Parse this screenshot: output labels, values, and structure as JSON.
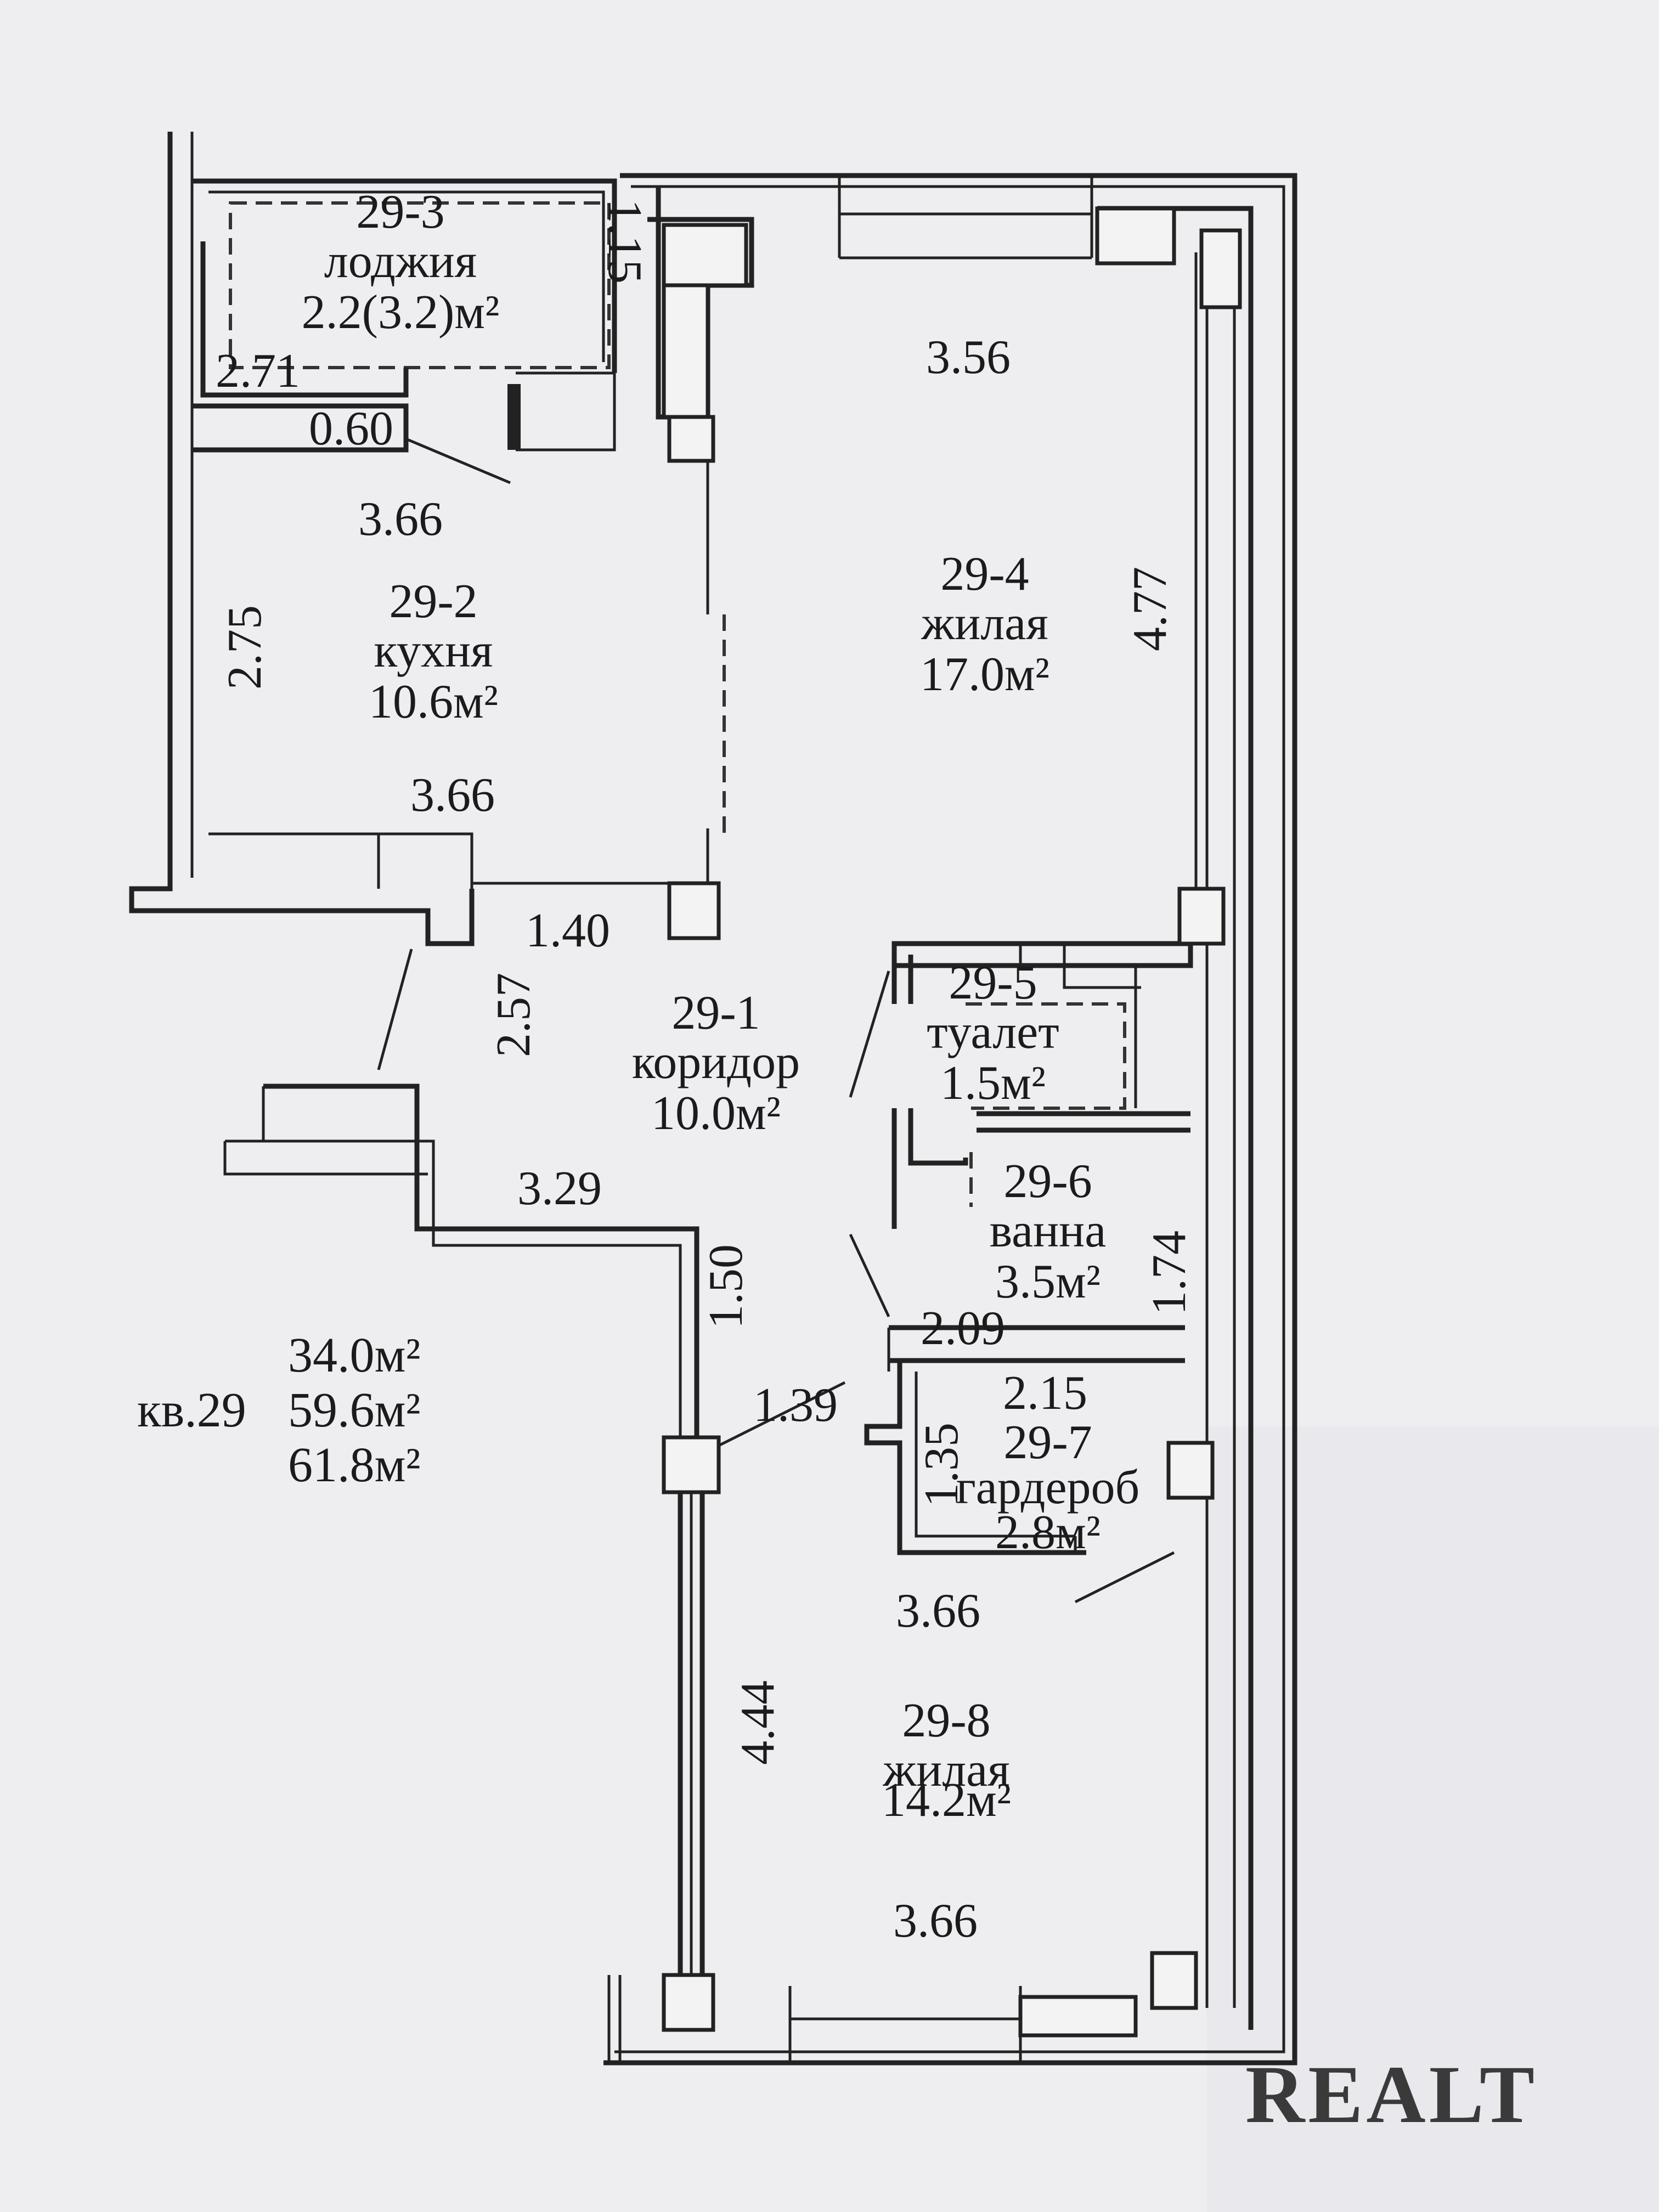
{
  "rooms": [
    {
      "id": "29-3",
      "name": "лоджия",
      "area": "2.2(3.2)м²"
    },
    {
      "id": "29-2",
      "name": "кухня",
      "area": "10.6м²"
    },
    {
      "id": "29-4",
      "name": "жилая",
      "area": "17.0м²"
    },
    {
      "id": "29-1",
      "name": "коридор",
      "area": "10.0м²"
    },
    {
      "id": "29-5",
      "name": "туалет",
      "area": "1.5м²"
    },
    {
      "id": "29-6",
      "name": "ванна",
      "area": "3.5м²"
    },
    {
      "id": "29-7",
      "name": "гардероб",
      "area": "2.8м²"
    },
    {
      "id": "29-8",
      "name": "жилая",
      "area": "14.2м²"
    }
  ],
  "dimensions": {
    "loggia_depth": "1.15",
    "loggia_width": "2.71",
    "loggia_step": "0.60",
    "kitchen_top": "3.66",
    "kitchen_height": "2.75",
    "kitchen_bottom": "3.66",
    "living_top": "3.56",
    "living_height": "4.77",
    "corridor_a": "1.40",
    "corridor_b": "2.57",
    "corridor_c": "3.29",
    "corridor_d": "1.50",
    "corridor_e": "1.39",
    "bath_width": "2.09",
    "bath_height": "1.74",
    "wardrobe_width": "2.15",
    "wardrobe_height": "1.35",
    "bedroom_top": "3.66",
    "bedroom_height": "4.44",
    "bedroom_bottom": "3.66"
  },
  "summary": {
    "apartment": "кв.29",
    "living_area": "34.0м²",
    "total_area": "59.6м²",
    "total_with_loggia": "61.8м²"
  },
  "watermark": "REALT"
}
